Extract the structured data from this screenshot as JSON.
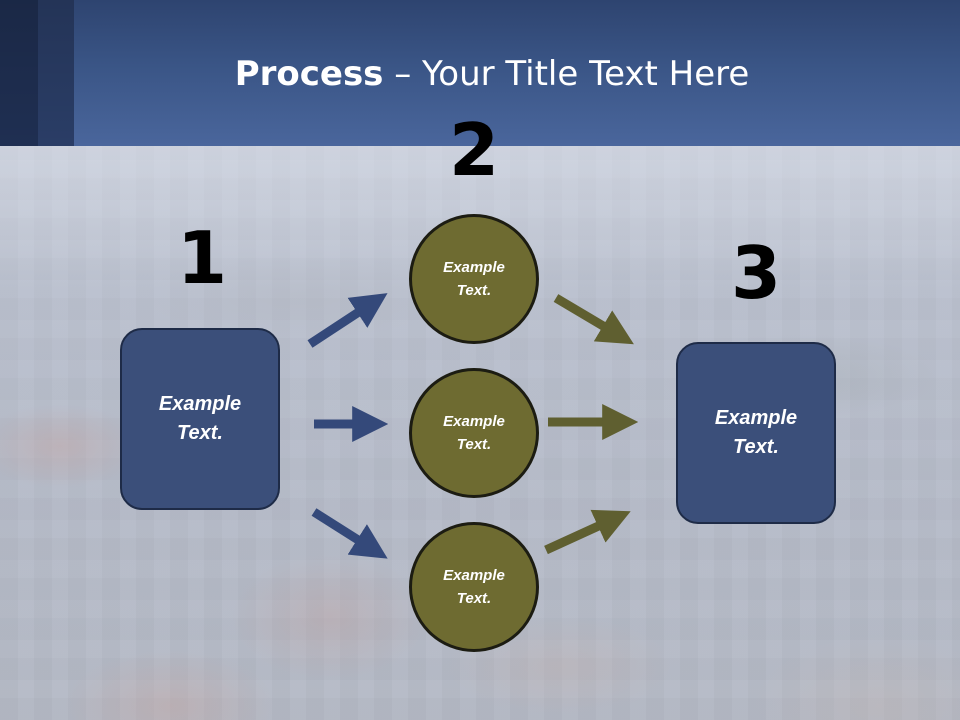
{
  "slide": {
    "title_bold": "Process",
    "title_rest": " – Your Title Text Here"
  },
  "steps": {
    "step1_number": "1",
    "step2_number": "2",
    "step3_number": "3"
  },
  "nodes": {
    "start_box": "Example\nText.",
    "circle_top": "Example\nText.",
    "circle_middle": "Example\nText.",
    "circle_bottom": "Example\nText.",
    "end_box": "Example\nText."
  },
  "colors": {
    "header_blue": "#3a5586",
    "box_blue": "#3b4f7a",
    "circle_olive": "#6e6b31",
    "arrow_blue": "#34497a",
    "arrow_olive": "#5f5f30"
  }
}
